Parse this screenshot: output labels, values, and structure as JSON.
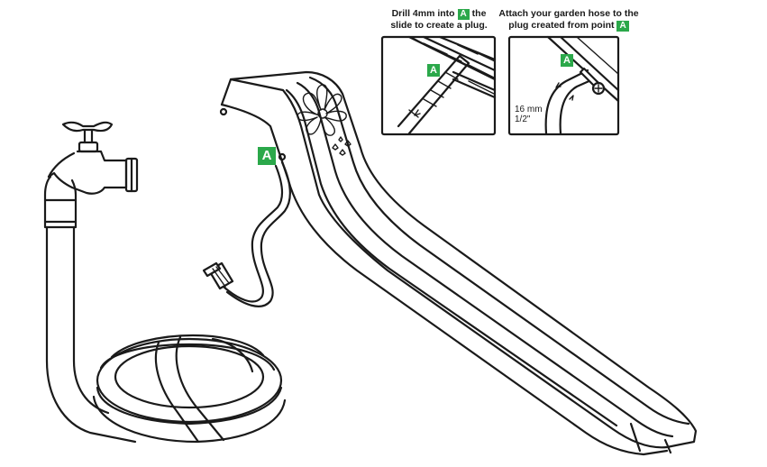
{
  "steps": {
    "drill": {
      "text_before": "Drill 4mm into",
      "text_after": "the",
      "line2": "slide to create a plug.",
      "badge": "A"
    },
    "attach": {
      "line1": "Attach your garden hose to the",
      "line2_before": "plug created from point",
      "badge": "A"
    }
  },
  "markers": {
    "main": "A",
    "detail_drill": "A",
    "detail_attach": "A"
  },
  "measurement": {
    "mm": "16 mm",
    "inch": "1/2\""
  },
  "colors": {
    "badge": "#2ba84a",
    "line": "#1a1a1a"
  }
}
